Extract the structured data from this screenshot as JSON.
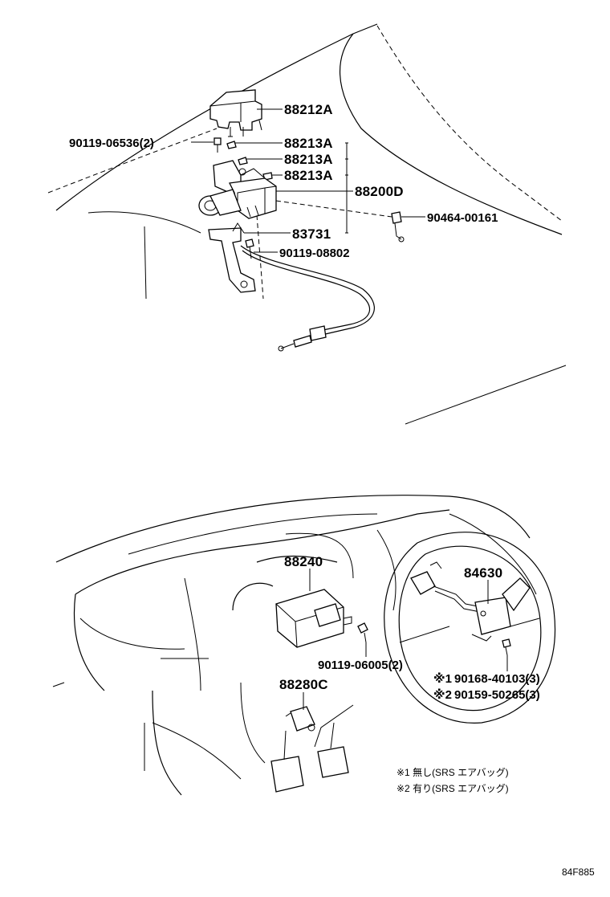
{
  "figure_code": "84F885",
  "upper_assembly": {
    "labels": {
      "cover": "88212A",
      "bolt_top": "90119-06536(2)",
      "nut_1": "88213A",
      "nut_2": "88213A",
      "nut_3": "88213A",
      "actuator": "88200D",
      "connector": "90464-00161",
      "bracket": "83731",
      "bolt_bracket": "90119-08802"
    }
  },
  "lower_assembly": {
    "labels": {
      "computer": "88240",
      "bolt_computer": "90119-06005(2)",
      "switch": "84630",
      "screw_no_srs": "90168-40103(3)",
      "screw_srs": "90159-50265(3)",
      "stop_switch": "88280C"
    },
    "marks": {
      "mark1": "※1",
      "mark2": "※2"
    },
    "notes": {
      "note1": "※1 無し(SRS エアバッグ)",
      "note2": "※2 有り(SRS エアバッグ)"
    }
  }
}
